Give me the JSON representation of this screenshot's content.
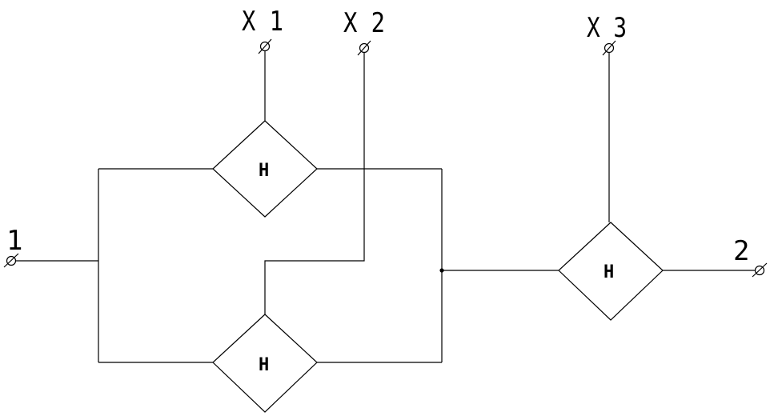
{
  "terminals": {
    "x1": "X 1",
    "x2": "X 2",
    "x3": "X 3",
    "in": "1",
    "out": "2"
  },
  "elements": {
    "top": "H",
    "bottom": "H",
    "right": "H"
  }
}
